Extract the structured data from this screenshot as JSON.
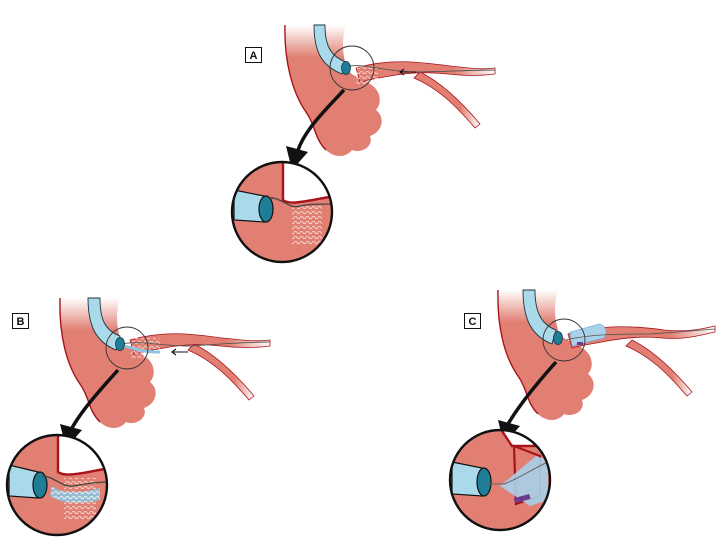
{
  "figure": {
    "panels": [
      {
        "label": "A",
        "stage": "guidewire-advanced"
      },
      {
        "label": "B",
        "stage": "catheter-over-wire"
      },
      {
        "label": "C",
        "stage": "stent-deployed"
      }
    ]
  },
  "colors": {
    "tissue": "#e07f72",
    "tissue_light": "#ec9a8f",
    "tissue_edge": "#a8141c",
    "scope_fill": "#aad9ea",
    "scope_tip": "#1e7e98",
    "wire": "#555555",
    "stent_mesh": "#f6d6cf",
    "stent_blue": "#8fc4e0",
    "clip_purple": "#6b3b8f",
    "arrow": "#111111"
  }
}
